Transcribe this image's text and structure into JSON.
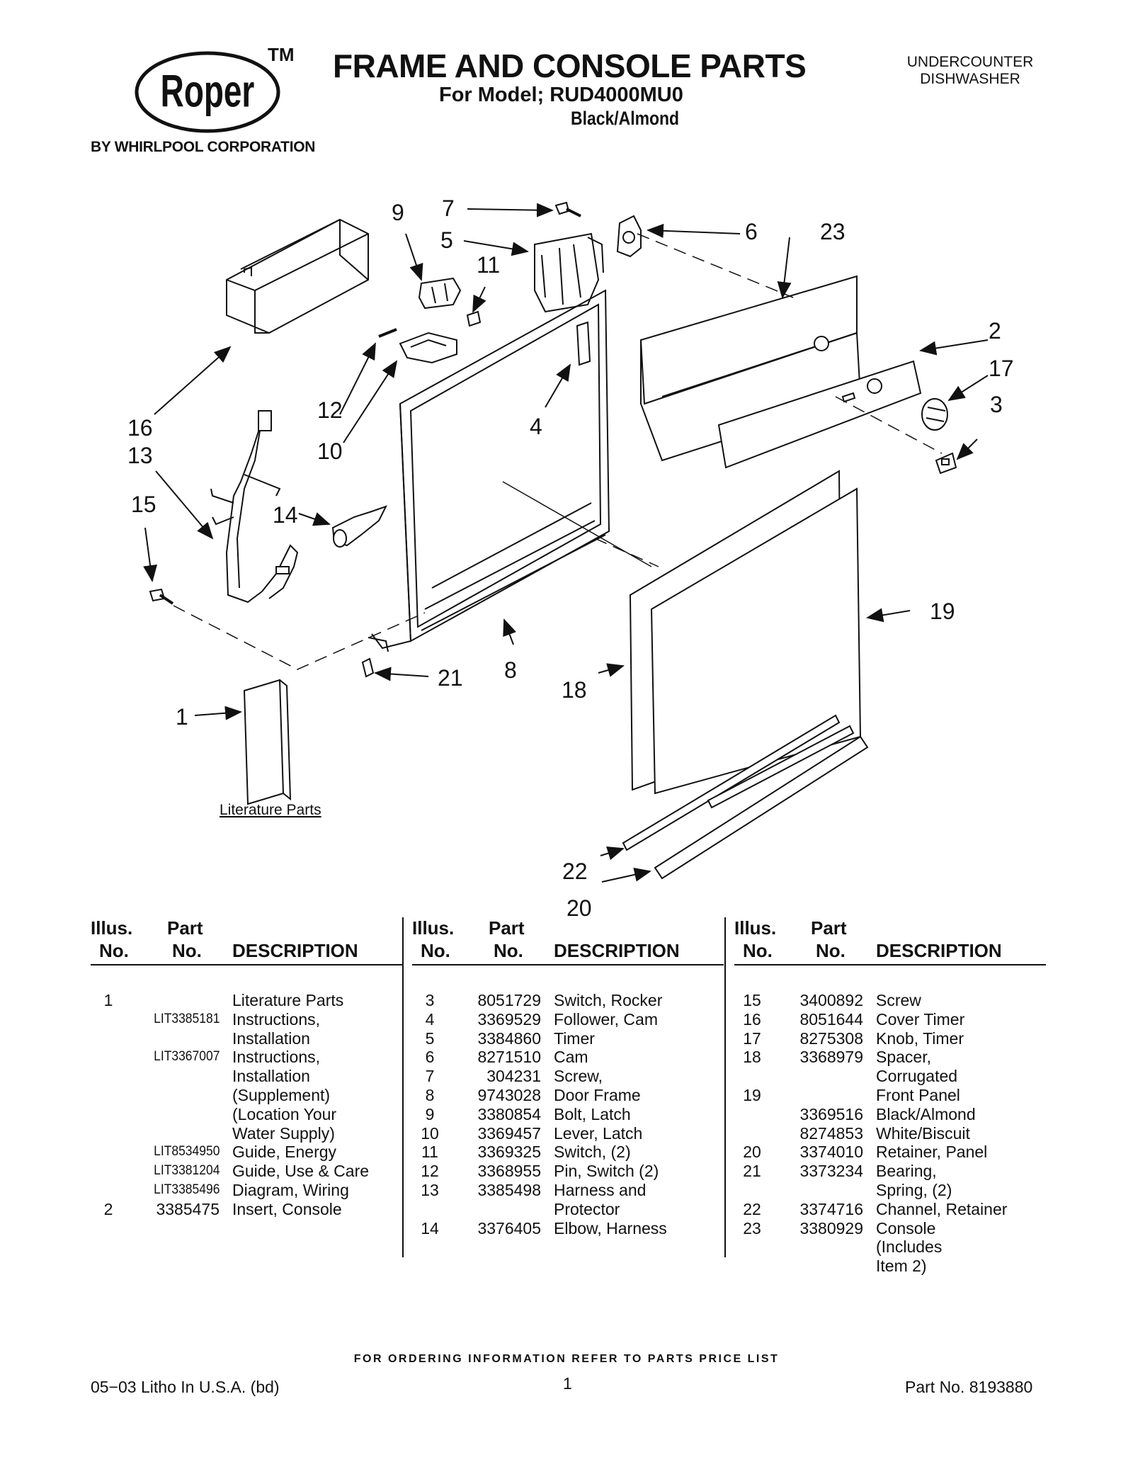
{
  "header": {
    "logo_text": "Roper",
    "trademark": "TM",
    "byline": "BY WHIRLPOOL CORPORATION",
    "title": "FRAME AND CONSOLE PARTS",
    "model_line": "For Model; RUD4000MU0",
    "color_line": "Black/Almond",
    "appliance_line1": "UNDERCOUNTER",
    "appliance_line2": "DISHWASHER"
  },
  "diagram": {
    "callouts": [
      "1",
      "2",
      "3",
      "4",
      "5",
      "6",
      "7",
      "8",
      "9",
      "10",
      "11",
      "12",
      "13",
      "14",
      "15",
      "16",
      "17",
      "18",
      "19",
      "20",
      "21",
      "22",
      "23"
    ],
    "literature_label": "Literature Parts"
  },
  "table": {
    "headers": {
      "illus": "Illus.",
      "illus_no": "No.",
      "part": "Part",
      "part_no": "No.",
      "description": "DESCRIPTION"
    },
    "columns": [
      [
        {
          "illus": "1",
          "part": "",
          "desc": "Literature Parts"
        },
        {
          "illus": "",
          "part": "LIT3385181",
          "desc": "Instructions,"
        },
        {
          "illus": "",
          "part": "",
          "desc": "Installation"
        },
        {
          "illus": "",
          "part": "LIT3367007",
          "desc": "Instructions,"
        },
        {
          "illus": "",
          "part": "",
          "desc": "Installation"
        },
        {
          "illus": "",
          "part": "",
          "desc": "(Supplement)"
        },
        {
          "illus": "",
          "part": "",
          "desc": "(Location Your"
        },
        {
          "illus": "",
          "part": "",
          "desc": "Water Supply)"
        },
        {
          "illus": "",
          "part": "LIT8534950",
          "desc": "Guide, Energy"
        },
        {
          "illus": "",
          "part": "LIT3381204",
          "desc": "Guide, Use & Care"
        },
        {
          "illus": "",
          "part": "LIT3385496",
          "desc": "Diagram, Wiring"
        },
        {
          "illus": "2",
          "part": "3385475",
          "desc": "Insert, Console"
        }
      ],
      [
        {
          "illus": "3",
          "part": "8051729",
          "desc": "Switch, Rocker"
        },
        {
          "illus": "4",
          "part": "3369529",
          "desc": "Follower, Cam"
        },
        {
          "illus": "5",
          "part": "3384860",
          "desc": "Timer"
        },
        {
          "illus": "6",
          "part": "8271510",
          "desc": "Cam"
        },
        {
          "illus": "7",
          "part": "304231",
          "desc": "Screw,"
        },
        {
          "illus": "8",
          "part": "9743028",
          "desc": "Door Frame"
        },
        {
          "illus": "9",
          "part": "3380854",
          "desc": "Bolt, Latch"
        },
        {
          "illus": "10",
          "part": "3369457",
          "desc": "Lever, Latch"
        },
        {
          "illus": "11",
          "part": "3369325",
          "desc": "Switch, (2)"
        },
        {
          "illus": "12",
          "part": "3368955",
          "desc": "Pin, Switch (2)"
        },
        {
          "illus": "13",
          "part": "3385498",
          "desc": "Harness and"
        },
        {
          "illus": "",
          "part": "",
          "desc": "Protector"
        },
        {
          "illus": "14",
          "part": "3376405",
          "desc": "Elbow, Harness"
        }
      ],
      [
        {
          "illus": "15",
          "part": "3400892",
          "desc": "Screw"
        },
        {
          "illus": "16",
          "part": "8051644",
          "desc": "Cover Timer"
        },
        {
          "illus": "17",
          "part": "8275308",
          "desc": "Knob, Timer"
        },
        {
          "illus": "18",
          "part": "3368979",
          "desc": "Spacer,"
        },
        {
          "illus": "",
          "part": "",
          "desc": "Corrugated"
        },
        {
          "illus": "19",
          "part": "",
          "desc": "Front Panel"
        },
        {
          "illus": "",
          "part": "3369516",
          "desc": "Black/Almond"
        },
        {
          "illus": "",
          "part": "8274853",
          "desc": "White/Biscuit"
        },
        {
          "illus": "20",
          "part": "3374010",
          "desc": "Retainer, Panel"
        },
        {
          "illus": "21",
          "part": "3373234",
          "desc": "Bearing,"
        },
        {
          "illus": "",
          "part": "",
          "desc": "Spring, (2)"
        },
        {
          "illus": "22",
          "part": "3374716",
          "desc": "Channel, Retainer"
        },
        {
          "illus": "23",
          "part": "3380929",
          "desc": "Console"
        },
        {
          "illus": "",
          "part": "",
          "desc": "(Includes"
        },
        {
          "illus": "",
          "part": "",
          "desc": "Item 2)"
        }
      ]
    ]
  },
  "footer": {
    "ordering_note": "FOR ORDERING INFORMATION REFER TO PARTS PRICE LIST",
    "left": "05−03 Litho In U.S.A. (bd)",
    "page": "1",
    "right": "Part No. 8193880"
  }
}
